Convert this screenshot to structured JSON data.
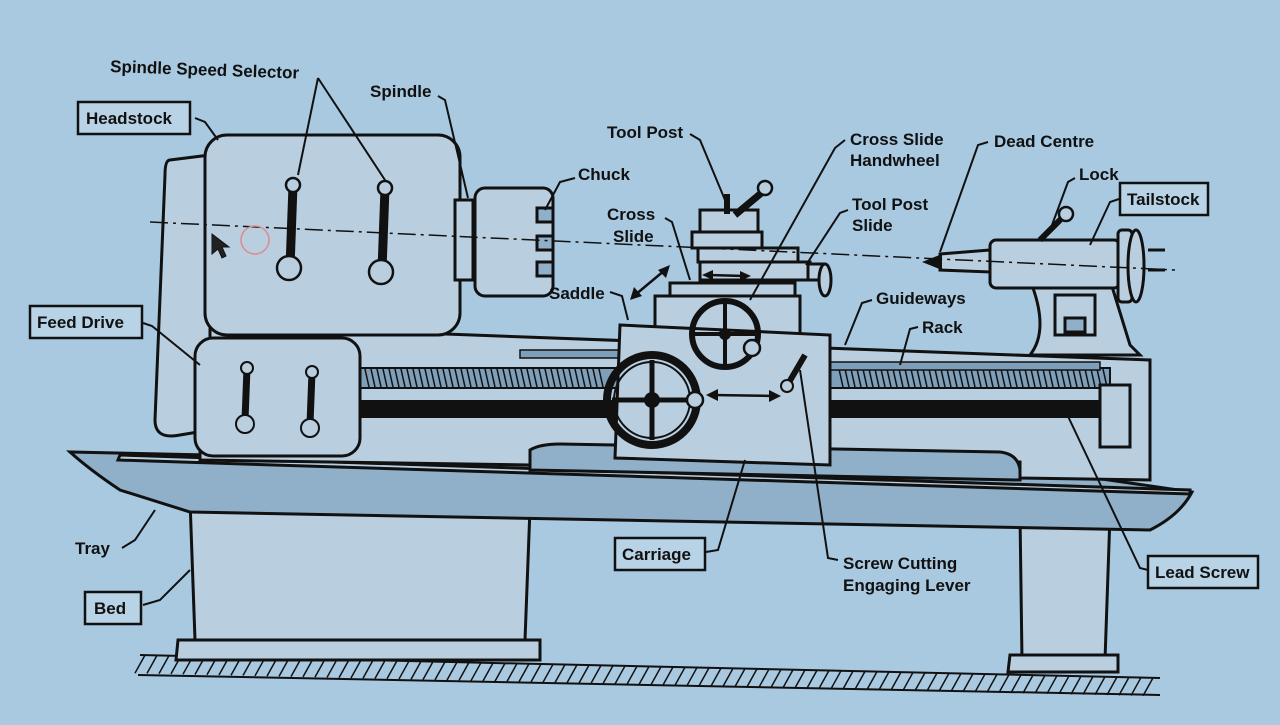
{
  "diagram": {
    "labels": {
      "spindle_speed_selector": "Spindle Speed Selector",
      "spindle": "Spindle",
      "headstock": "Headstock",
      "chuck": "Chuck",
      "tool_post": "Tool Post",
      "cross_slide_handwheel_line1": "Cross Slide",
      "cross_slide_handwheel_line2": "Handwheel",
      "dead_centre": "Dead Centre",
      "lock": "Lock",
      "tailstock": "Tailstock",
      "cross_slide_line1": "Cross",
      "cross_slide_line2": "Slide",
      "tool_post_slide_line1": "Tool Post",
      "tool_post_slide_line2": "Slide",
      "saddle": "Saddle",
      "guideways": "Guideways",
      "rack": "Rack",
      "feed_drive": "Feed Drive",
      "tray": "Tray",
      "bed": "Bed",
      "carriage": "Carriage",
      "screw_cutting_line1": "Screw Cutting",
      "screw_cutting_line2": "Engaging Lever",
      "lead_screw": "Lead Screw"
    },
    "colors": {
      "background": "#a9c9e1",
      "ink": "#111111",
      "body_fill": "#b9cfe0"
    }
  }
}
